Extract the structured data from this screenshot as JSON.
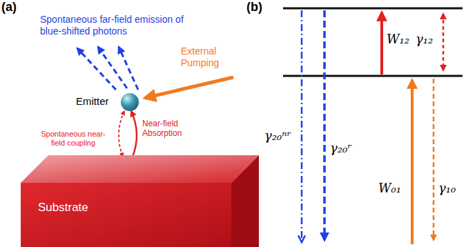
{
  "diagram": {
    "nodes": [
      {
        "text": [
          "Emitter"
        ]
      },
      {
        "text": [
          "Substrate"
        ]
      }
    ],
    "edges": [
      {
        "from": 1,
        "to": 0,
        "arrow": "to"
      },
      {
        "from": 0,
        "to": 1,
        "arrow": "both"
      }
    ],
    "labels": [
      "(a)",
      "Spontaneous far-field emission of blue-shifted photons",
      "External Pumping",
      "Spontaneous near-field coupling",
      "Near-field Absorption",
      "(b)",
      "W₁₂",
      "γ₁₂",
      "γ₂₀ⁿʳ",
      "γ₂₀ʳ",
      "W₀₁",
      "γ₁₀"
    ]
  }
}
